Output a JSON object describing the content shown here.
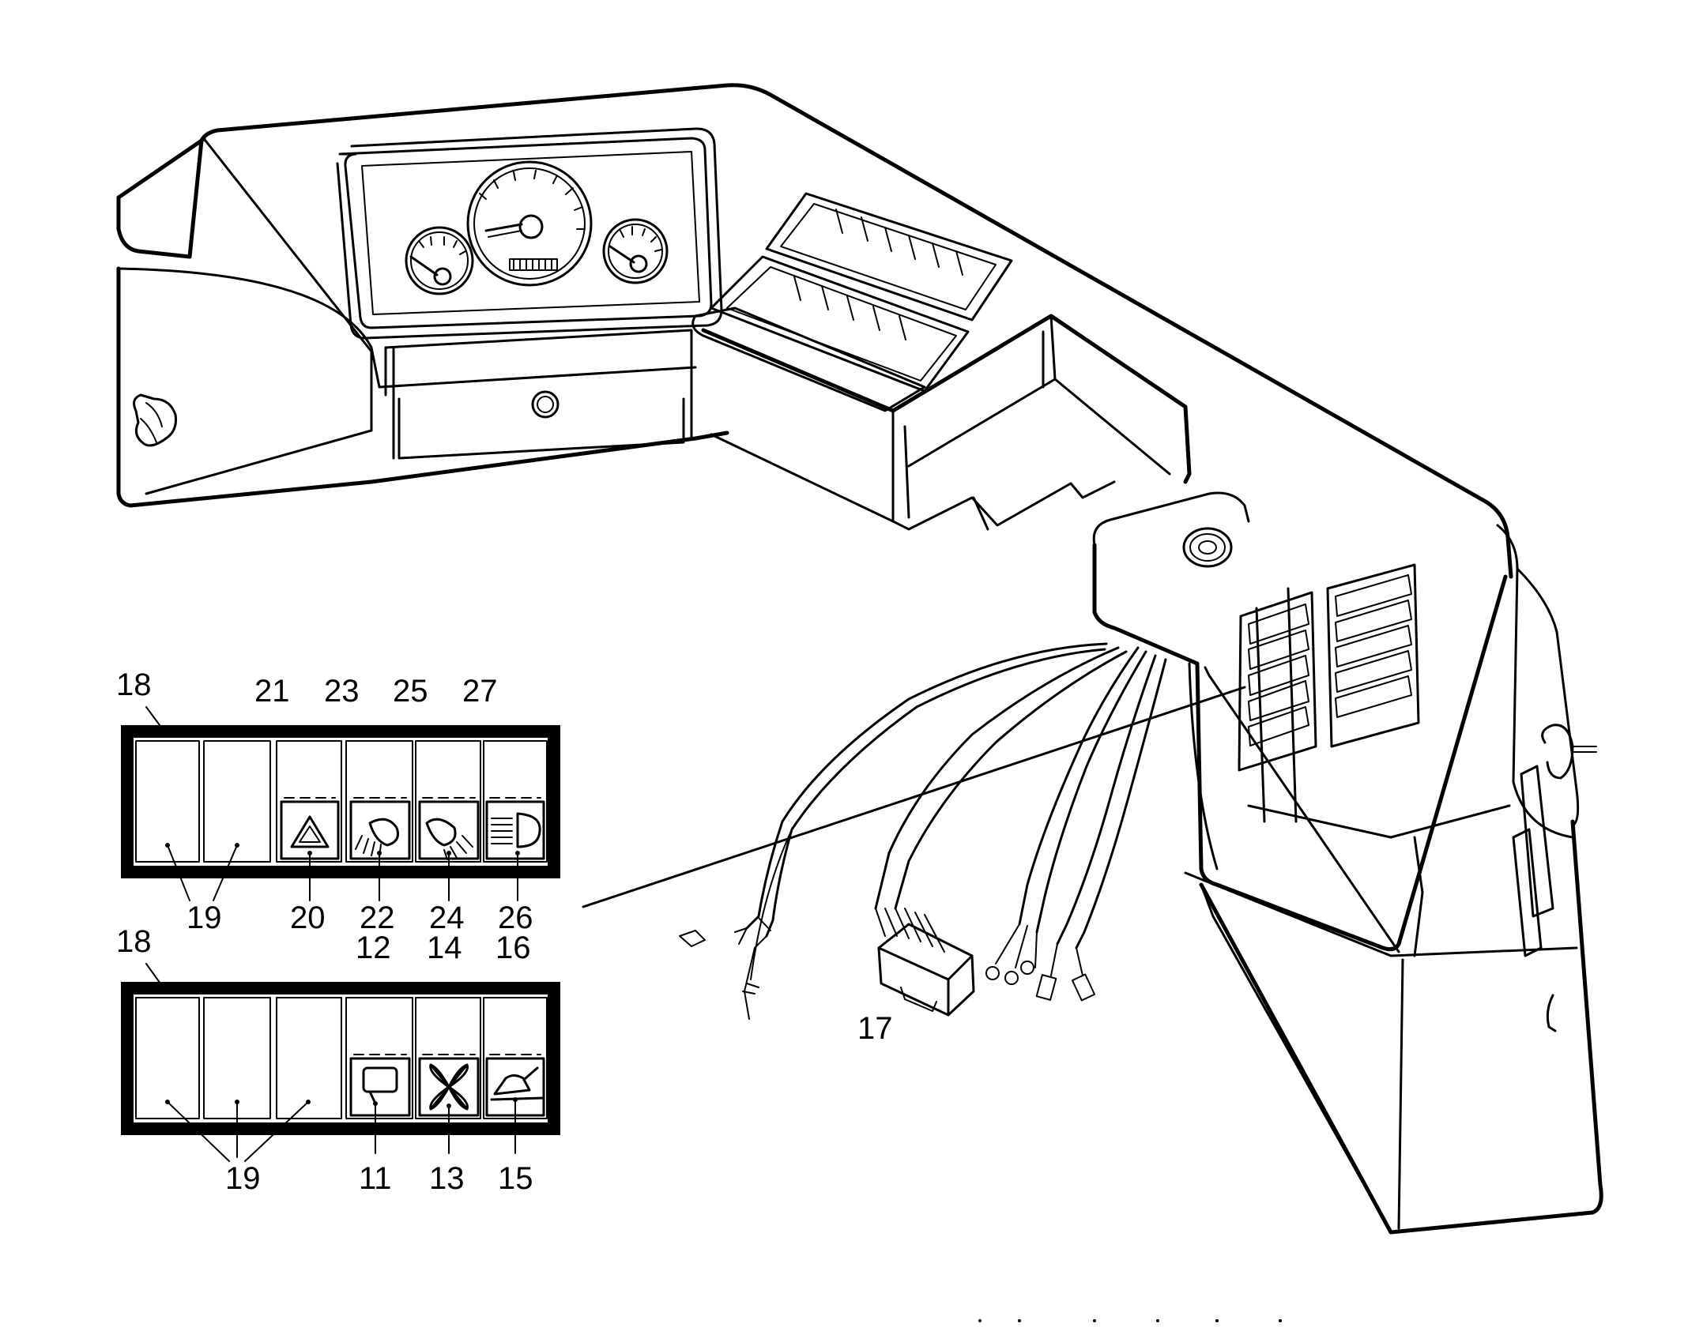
{
  "diagram": {
    "callouts_upper_panel": {
      "panel": "18",
      "blank_switch": "19",
      "hazard_switch": "20",
      "hazard_lamp": "21",
      "front_fog_switch": "22",
      "front_fog_lamp": "23",
      "rear_fog_switch": "24",
      "rear_fog_lamp": "25",
      "headlight_switch": "26",
      "headlight_lamp": "27"
    },
    "callouts_lower_panel": {
      "panel": "18",
      "blank_switch": "19",
      "wiper_switch": "11",
      "wiper_lamp": "12",
      "fan_switch": "13",
      "fan_lamp": "14",
      "beacon_switch": "15",
      "beacon_lamp": "16"
    },
    "harness_connector": "17"
  }
}
